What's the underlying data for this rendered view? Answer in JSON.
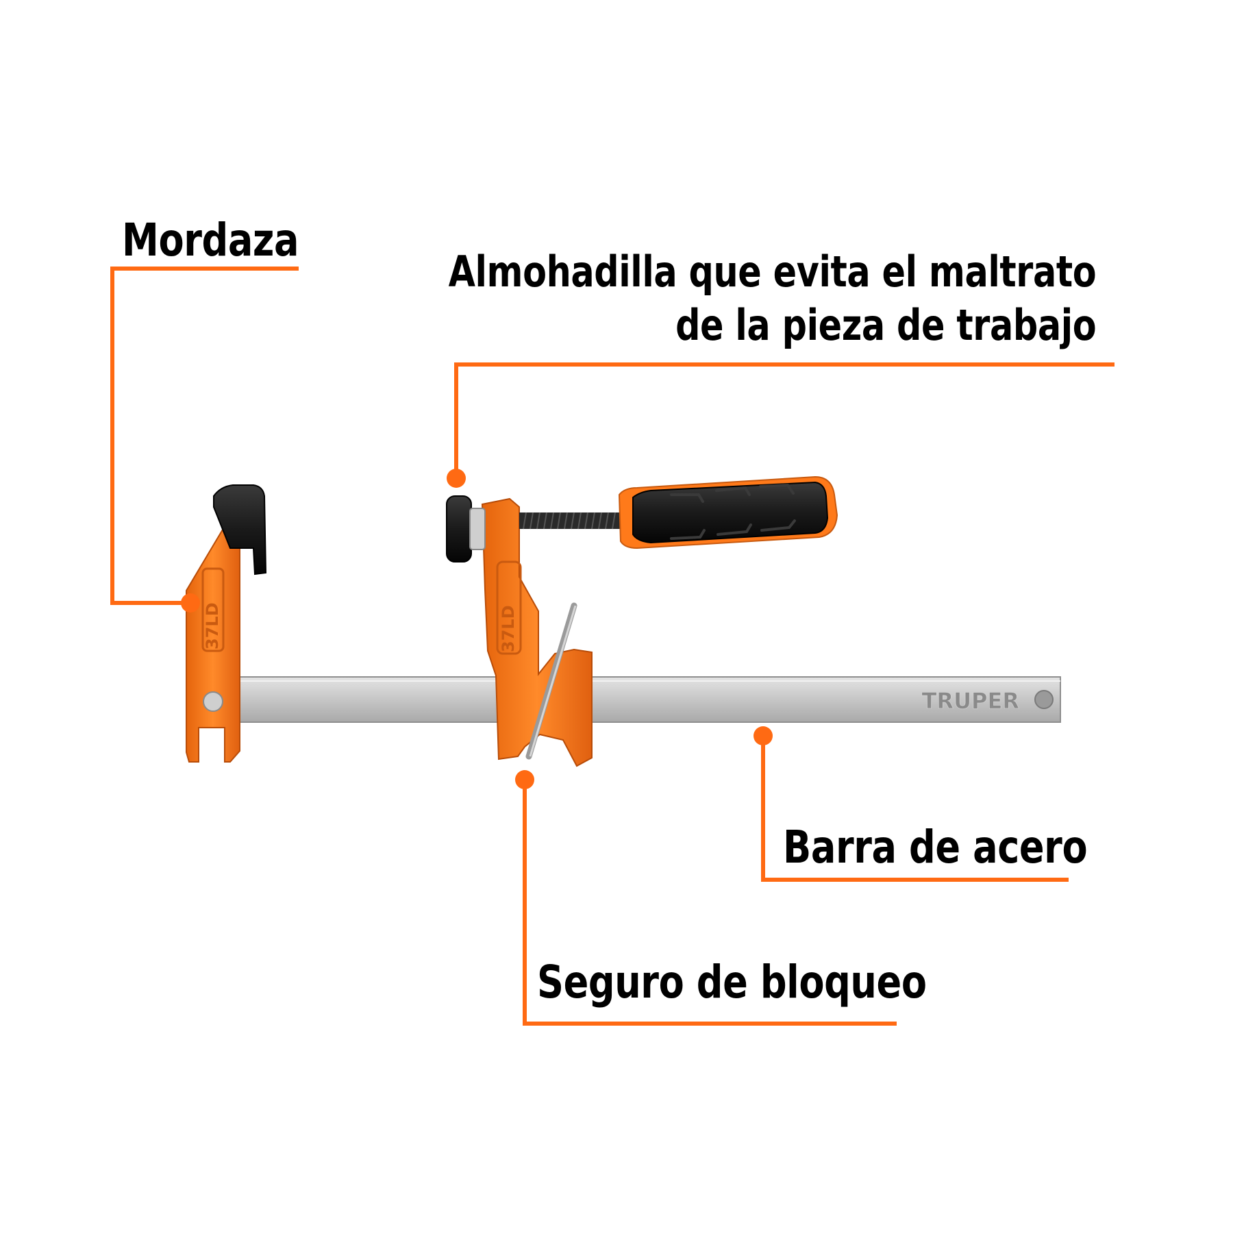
{
  "diagram": {
    "callouts": [
      {
        "id": "mordaza",
        "label": "Mordaza"
      },
      {
        "id": "almohadilla",
        "label_line1": "Almohadilla que evita el maltrato",
        "label_line2": "de la pieza de trabajo"
      },
      {
        "id": "barra",
        "label": "Barra de acero"
      },
      {
        "id": "seguro",
        "label": "Seguro de bloqueo"
      }
    ],
    "product": {
      "brand": "TRUPER",
      "casting_mark": "37LD"
    },
    "colors": {
      "accent": "#ff6a13",
      "casting": "#f07820",
      "grip": "#1c1c1c",
      "bar": "#c8c8c8",
      "text": "#000000"
    }
  }
}
